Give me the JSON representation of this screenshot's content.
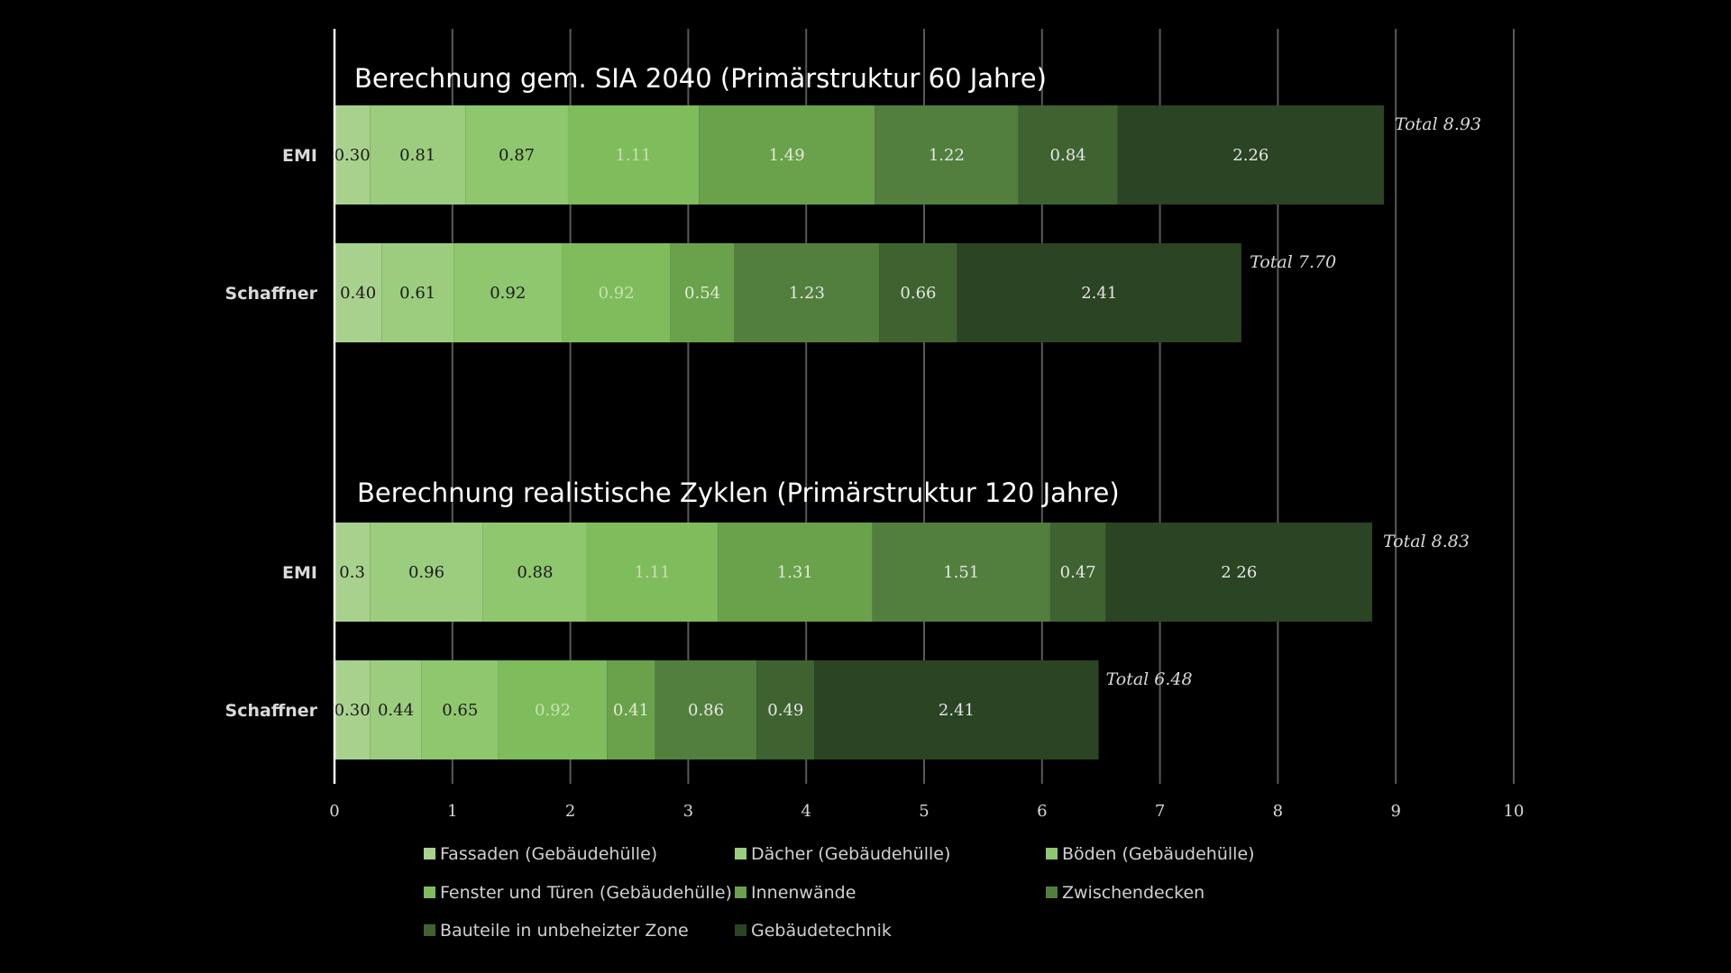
{
  "colors": {
    "background": "#000000",
    "gridline": "#595959",
    "axis": "#ffffff",
    "segments": [
      "#a9d18e",
      "#9ccd7e",
      "#8fc76f",
      "#7fbc5c",
      "#6aa24c",
      "#527f3d",
      "#3e6330",
      "#2b4424"
    ]
  },
  "chart_data": {
    "type": "bar",
    "orientation": "horizontal",
    "stacked": true,
    "xlim": [
      0,
      10
    ],
    "xticks": [
      "0",
      "1",
      "2",
      "3",
      "4",
      "5",
      "6",
      "7",
      "8",
      "9",
      "10"
    ],
    "grid": true,
    "legend_position": "bottom",
    "components": [
      "Fassaden (Gebäudehülle)",
      "Dächer (Gebäudehülle)",
      "Böden (Gebäudehülle)",
      "Fenster und Türen (Gebäudehülle)",
      "Innenwände",
      "Zwischendecken",
      "Bauteile in unbeheizter Zone",
      "Gebäudetechnik"
    ],
    "groups": [
      {
        "title": "Berechnung gem. SIA 2040 (Primärstruktur 60 Jahre)",
        "bars": [
          {
            "category": "EMI",
            "values": [
              0.3,
              0.81,
              0.87,
              1.11,
              1.49,
              1.22,
              0.84,
              2.26
            ],
            "labels": [
              "0.30",
              "0.81",
              "0.87",
              "1.11",
              "1.49",
              "1.22",
              "0.84",
              "2.26"
            ],
            "total": 8.93,
            "total_label": "Total 8.93"
          },
          {
            "category": "Schaffner",
            "values": [
              0.4,
              0.61,
              0.92,
              0.92,
              0.54,
              1.23,
              0.66,
              2.41
            ],
            "labels": [
              "0.40",
              "0.61",
              "0.92",
              "0.92",
              "0.54",
              "1.23",
              "0.66",
              "2.41"
            ],
            "total": 7.7,
            "total_label": "Total 7.70"
          }
        ]
      },
      {
        "title": "Berechnung realistische Zyklen (Primärstruktur 120 Jahre)",
        "bars": [
          {
            "category": "EMI",
            "values": [
              0.3,
              0.96,
              0.88,
              1.11,
              1.31,
              1.51,
              0.47,
              2.26
            ],
            "labels": [
              "0.3",
              "0.96",
              "0.88",
              "1.11",
              "1.31",
              "1.51",
              "0.47",
              "2 26"
            ],
            "total": 8.83,
            "total_label": "Total 8.83"
          },
          {
            "category": "Schaffner",
            "values": [
              0.3,
              0.44,
              0.65,
              0.92,
              0.41,
              0.86,
              0.49,
              2.41
            ],
            "labels": [
              "0.30",
              "0.44",
              "0.65",
              "0.92",
              "0.41",
              "0.86",
              "0.49",
              "2.41"
            ],
            "total": 6.48,
            "total_label": "Total 6.48"
          }
        ]
      }
    ]
  }
}
